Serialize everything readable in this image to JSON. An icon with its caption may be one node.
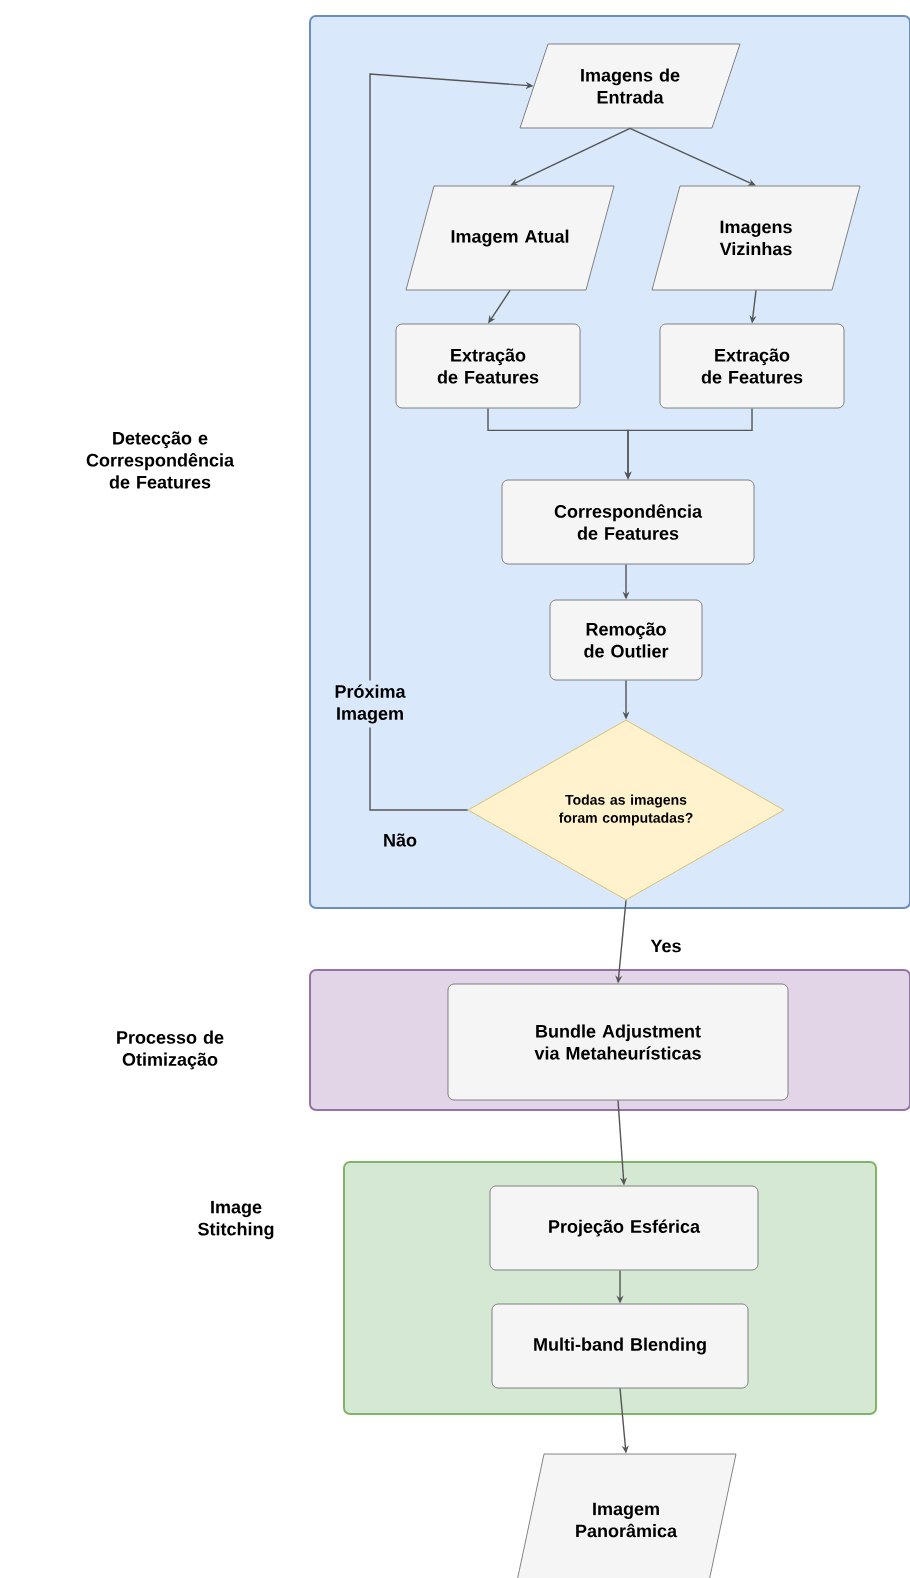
{
  "diagram": {
    "nodes": [
      {
        "text": [
          "Detecção e Correspondência de Features"
        ]
      },
      {
        "text": [
          "Imagens de Entrada"
        ],
        "in": 0
      },
      {
        "text": [
          "Imagem Atual"
        ],
        "in": 0
      },
      {
        "text": [
          "Imagens Vizinhas"
        ],
        "in": 0
      },
      {
        "text": [
          "Extração de Features"
        ],
        "in": 0
      },
      {
        "text": [
          "Extração de Features"
        ],
        "in": 0
      },
      {
        "text": [
          "Correspondência de Features"
        ],
        "in": 0
      },
      {
        "text": [
          "Remoção de Outlier"
        ],
        "in": 0
      },
      {
        "text": [
          "Todas as imagens foram computadas?"
        ],
        "in": 0
      },
      {
        "text": [
          "Processo de Otimização"
        ]
      },
      {
        "text": [
          "Bundle Adjustment via Metaheurísticas"
        ],
        "in": 9
      },
      {
        "text": [
          "Image Stitching"
        ]
      },
      {
        "text": [
          "Projeção Esférica"
        ],
        "in": 11
      },
      {
        "text": [
          "Multi-band Blending"
        ],
        "in": 11
      },
      {
        "text": [
          "Imagem Panorâmica"
        ]
      }
    ],
    "edges": [
      {
        "from": 1,
        "to": 2,
        "arrow": "to"
      },
      {
        "from": 1,
        "to": 3,
        "arrow": "to"
      },
      {
        "from": 2,
        "to": 4,
        "arrow": "to"
      },
      {
        "from": 3,
        "to": 5,
        "arrow": "to"
      },
      {
        "from": 4,
        "to": 6,
        "arrow": "to"
      },
      {
        "from": 5,
        "to": 6,
        "arrow": "to"
      },
      {
        "from": 6,
        "to": 7,
        "arrow": "to"
      },
      {
        "from": 7,
        "to": 8,
        "arrow": "to"
      },
      {
        "from": 8,
        "to": 1,
        "arrow": "to",
        "label": "Não"
      },
      {
        "from": 8,
        "to": 10,
        "arrow": "to",
        "label": "Yes"
      },
      {
        "from": 10,
        "to": 12,
        "arrow": "to"
      },
      {
        "from": 12,
        "to": 13,
        "arrow": "to"
      },
      {
        "from": 13,
        "to": 14,
        "arrow": "to"
      }
    ],
    "labels": [
      "Próxima Imagem"
    ]
  }
}
